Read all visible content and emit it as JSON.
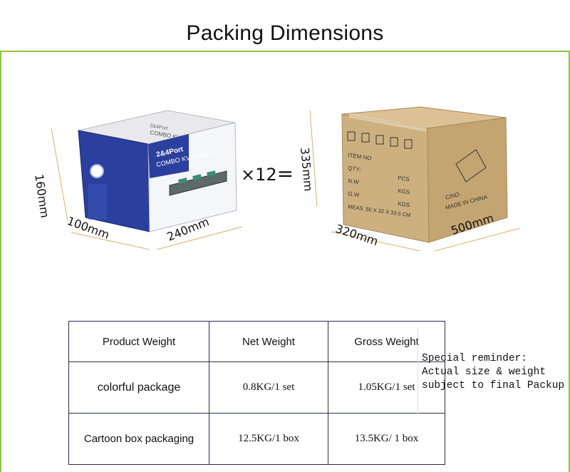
{
  "title": "Packing Dimensions",
  "product_box": {
    "top_text_small": "2&4Port",
    "top_text_main": "COMBO KVM Switch",
    "front_line1": "2&4Port",
    "front_line2": "COMBO KVM Switch",
    "height_label": "160mm",
    "depth_label": "100mm",
    "width_label": "240mm"
  },
  "multiplier": "×12",
  "cardboard_box": {
    "height_label": "335mm",
    "depth_label": "320mm",
    "width_label": "500mm",
    "side_lines": [
      "ITEM NO",
      "QTY:",
      "N.W",
      "G.W",
      "MEAS. 50 X 32 X 33.5 CM"
    ],
    "side_units": [
      "PCS",
      "KGS",
      "KGS"
    ],
    "front_lines": [
      "C/NO.",
      "MADE IN CHINA"
    ]
  },
  "table": {
    "headers": [
      "Product Weight",
      "Net Weight",
      "Gross Weight"
    ],
    "rows": [
      {
        "label": "colorful  package",
        "net": "0.8KG/1 set",
        "gross": "1.05KG/1 set"
      },
      {
        "label": "Cartoon box packaging",
        "net": "12.5KG/1 box",
        "gross": "13.5KG/ 1 box"
      }
    ]
  },
  "note": [
    "Special reminder:",
    "Actual size & weight",
    "subject to final Packup"
  ],
  "colors": {
    "accent_border": "#8ec63f",
    "table_border": "#2b2b55",
    "box_blue": "#2a3f9e",
    "cardboard": "#c9a777"
  }
}
